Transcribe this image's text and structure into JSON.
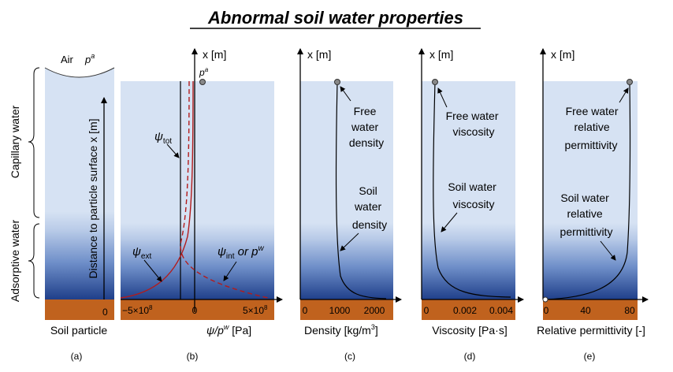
{
  "title": "Abnormal soil water properties",
  "panel_a": {
    "air_label": "Air",
    "air_pressure": "p",
    "air_pressure_sup": "a",
    "capillary_label": "Capillary water",
    "adsorptive_label": "Adsorptive water",
    "axis_label": "Distance to particle surface x [m]",
    "zero_tick": "0",
    "xlabel": "Soil particle",
    "caption": "(a)"
  },
  "panel_b": {
    "yaxis": "x [m]",
    "top_label": "p",
    "top_label_sup": "a",
    "psi_tot": "ψ",
    "psi_tot_sub": "tot",
    "psi_ext": "ψ",
    "psi_ext_sub": "ext",
    "psi_int_prefix": "ψ",
    "psi_int_sub": "int",
    "psi_int_suffix": " or p",
    "psi_int_sup": "w",
    "tick_left": "−5×10",
    "tick_left_sup": "8",
    "tick_zero": "0",
    "tick_right": "5×10",
    "tick_right_sup": "8",
    "xlabel": "ψ/p",
    "xlabel_sup": "w",
    "xlabel_unit": " [Pa]",
    "caption": "(b)"
  },
  "panel_c": {
    "yaxis": "x [m]",
    "free_label": [
      "Free",
      "water",
      "density"
    ],
    "soil_label": [
      "Soil",
      "water",
      "density"
    ],
    "ticks": [
      "0",
      "1000",
      "2000"
    ],
    "xlabel": "Density [kg/m",
    "xlabel_sup": "3",
    "xlabel_end": "]",
    "caption": "(c)"
  },
  "panel_d": {
    "yaxis": "x [m]",
    "free_label": [
      "Free water",
      "viscosity"
    ],
    "soil_label": [
      "Soil water",
      "viscosity"
    ],
    "ticks": [
      "0",
      "0.002",
      "0.004"
    ],
    "xlabel": "Viscosity [Pa·s]",
    "caption": "(d)"
  },
  "panel_e": {
    "yaxis": "x [m]",
    "free_label": [
      "Free water",
      "relative",
      "permittivity"
    ],
    "soil_label": [
      "Soil water",
      "relative",
      "permittivity"
    ],
    "ticks": [
      "0",
      "40",
      "80"
    ],
    "xlabel": "Relative permittivity [-]",
    "caption": "(e)"
  },
  "colors": {
    "capillary": "#d6e2f3",
    "adsorptive_deep": "#1f3f8a",
    "soil": "#c0621e",
    "potential_curve": "#b31b1b"
  }
}
